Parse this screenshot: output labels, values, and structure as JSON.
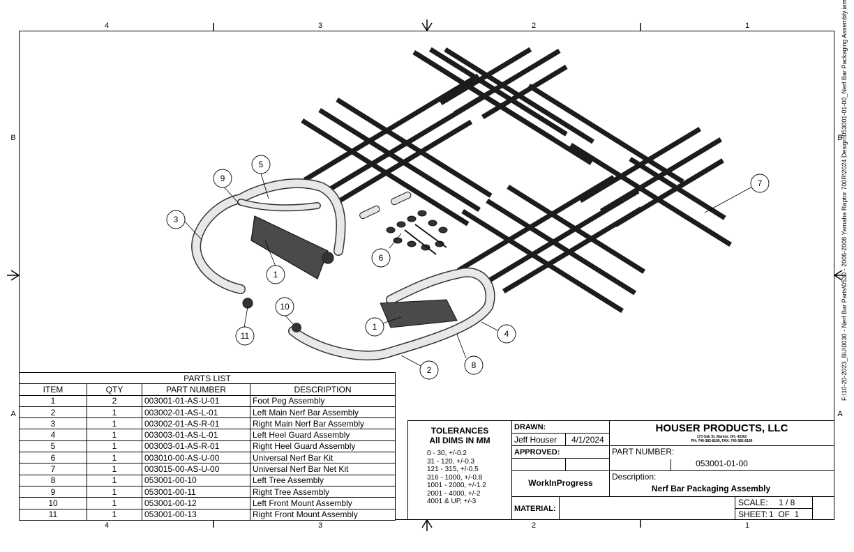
{
  "zones": {
    "top": [
      "4",
      "3",
      "2",
      "1"
    ],
    "bottom": [
      "4",
      "3",
      "2",
      "1"
    ],
    "left": [
      "B",
      "A"
    ],
    "right": [
      "B",
      "A"
    ]
  },
  "file_path": "F:\\10-20-2023_BU\\0030 - Nerf Bar Parts\\0530 - 2006-2008 Yamaha Raptor 700R\\2024 Design\\053001-01-00_Nerf Bar Packaging Assembly.iam",
  "balloons": [
    "1",
    "1",
    "2",
    "3",
    "4",
    "5",
    "6",
    "7",
    "8",
    "9",
    "10",
    "11"
  ],
  "parts_list": {
    "title": "PARTS LIST",
    "headers": [
      "ITEM",
      "QTY",
      "PART NUMBER",
      "DESCRIPTION"
    ],
    "rows": [
      [
        "1",
        "2",
        "003001-01-AS-U-01",
        "Foot Peg Assembly"
      ],
      [
        "2",
        "1",
        "003002-01-AS-L-01",
        "Left Main Nerf Bar Assembly"
      ],
      [
        "3",
        "1",
        "003002-01-AS-R-01",
        "Right Main Nerf Bar Assembly"
      ],
      [
        "4",
        "1",
        "003003-01-AS-L-01",
        "Left Heel Guard Assembly"
      ],
      [
        "5",
        "1",
        "003003-01-AS-R-01",
        "Right Heel Guard Assembly"
      ],
      [
        "6",
        "1",
        "003010-00-AS-U-00",
        "Universal Nerf Bar Kit"
      ],
      [
        "7",
        "1",
        "003015-00-AS-U-00",
        "Universal Nerf Bar Net Kit"
      ],
      [
        "8",
        "1",
        "053001-00-10",
        "Left Tree Assembly"
      ],
      [
        "9",
        "1",
        "053001-00-11",
        "Right Tree Assembly"
      ],
      [
        "10",
        "1",
        "053001-00-12",
        "Left Front Mount Assembly"
      ],
      [
        "11",
        "1",
        "053001-00-13",
        "Right Front Mount Assembly"
      ]
    ]
  },
  "tolerances": {
    "title1": "TOLERANCES",
    "title2": "All DIMS IN MM",
    "lines": [
      "0 - 30, +/-0.2",
      "31 - 120, +/-0.3",
      "121 - 315, +/-0.5",
      "316 - 1000, +/-0.8",
      "1001 - 2000, +/-1.2",
      "2001 - 4000, +/-2",
      "4001 & UP, +/-3"
    ]
  },
  "title_block": {
    "drawn_label": "DRAWN:",
    "drawn_by": "Jeff Houser",
    "drawn_date": "4/1/2024",
    "approved_label": "APPROVED:",
    "status": "WorkInProgress",
    "material_label": "MATERIAL:",
    "company": "HOUSER PRODUCTS, LLC",
    "address": "173 Oak St. Marion, OH. 43302",
    "phone": "PH: 740-382-8100, FAX: 740-382-8199",
    "part_number_label": "PART NUMBER:",
    "part_number": "053001-01-00",
    "description_label": "Description:",
    "description": "Nerf Bar Packaging Assembly",
    "scale_label": "SCALE:",
    "scale": "1 / 8",
    "sheet_label": "SHEET:",
    "sheet": "1  OF  1"
  }
}
